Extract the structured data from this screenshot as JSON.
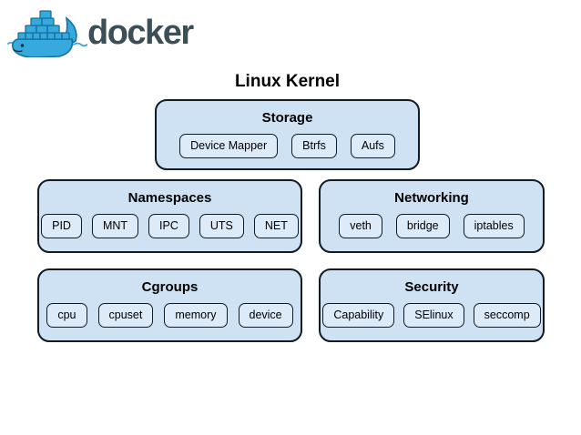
{
  "logo": {
    "brand": "docker",
    "icon": "docker-whale"
  },
  "diagram": {
    "title": "Linux Kernel",
    "groups": [
      {
        "id": "storage",
        "title": "Storage",
        "items": [
          "Device Mapper",
          "Btrfs",
          "Aufs"
        ]
      },
      {
        "id": "namespaces",
        "title": "Namespaces",
        "items": [
          "PID",
          "MNT",
          "IPC",
          "UTS",
          "NET"
        ]
      },
      {
        "id": "networking",
        "title": "Networking",
        "items": [
          "veth",
          "bridge",
          "iptables"
        ]
      },
      {
        "id": "cgroups",
        "title": "Cgroups",
        "items": [
          "cpu",
          "cpuset",
          "memory",
          "device"
        ]
      },
      {
        "id": "security",
        "title": "Security",
        "items": [
          "Capability",
          "SElinux",
          "seccomp"
        ]
      }
    ]
  },
  "colors": {
    "group_fill": "#cfe2f3",
    "chip_fill": "#ddeaf8",
    "border": "#101b26",
    "whale_blue": "#36a9de",
    "whale_outline": "#15719e",
    "wordmark": "#3c4e56"
  }
}
